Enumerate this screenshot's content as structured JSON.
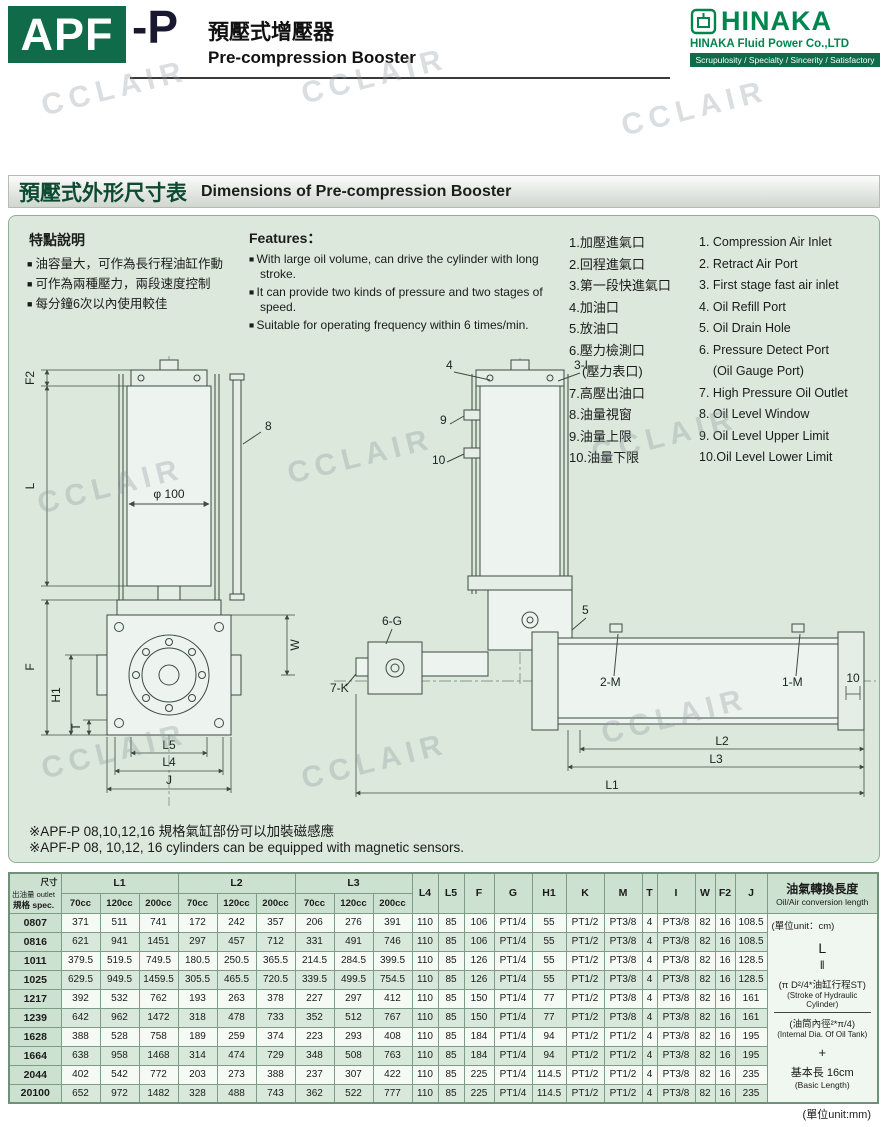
{
  "watermark": "CCLAIR",
  "header": {
    "model": "APF",
    "model_suffix": "-P",
    "title_zh": "預壓式增壓器",
    "title_en": "Pre-compression Booster",
    "brand": "HINAKA",
    "brand_company": "HINAKA Fluid Power Co.,LTD",
    "brand_tagline": "Scrupulosity / Specialty / Sincerity / Satisfactory"
  },
  "section": {
    "title_zh": "預壓式外形尺寸表",
    "title_en": "Dimensions of Pre-compression Booster"
  },
  "features": {
    "zh_title": "特點說明",
    "zh_items": [
      "油容量大，可作為長行程油缸作動",
      "可作為兩種壓力，兩段速度控制",
      "每分鐘6次以內使用較佳"
    ],
    "en_title": "Features：",
    "en_items": [
      "With large oil volume, can drive the cylinder with long stroke.",
      "It can provide two kinds of pressure and two stages of speed.",
      "Suitable for operating frequency within 6 times/min."
    ]
  },
  "ports": {
    "zh": [
      "1.加壓進氣口",
      "2.回程進氣口",
      "3.第一段快進氣口",
      "4.加油口",
      "5.放油口",
      "6.壓力檢測口",
      "　(壓力表口)",
      "7.高壓出油口",
      "8.油量視窗",
      "9.油量上限",
      "10.油量下限"
    ],
    "en": [
      "1. Compression Air Inlet",
      "2. Retract Air Port",
      "3. First stage fast air inlet",
      "4. Oil Refill Port",
      "5. Oil Drain Hole",
      "6. Pressure Detect Port",
      "    (Oil Gauge Port)",
      "7. High Pressure Oil Outlet",
      "8. Oil Level Window",
      "9. Oil Level Upper Limit",
      "10.Oil Level Lower Limit"
    ]
  },
  "drawing": {
    "left": {
      "f2": "F2",
      "l": "L",
      "f": "F",
      "h1": "H1",
      "t": "T",
      "w": "W",
      "l5": "L5",
      "l4": "L4",
      "j": "J",
      "phi": "φ 100",
      "n8": "8"
    },
    "right": {
      "n4": "4",
      "n3i": "3-I",
      "n9": "9",
      "n10": "10",
      "n5": "5",
      "g6": "6-G",
      "k7": "7-K",
      "m2": "2-M",
      "m1": "1-M",
      "d10": "10",
      "l2": "L2",
      "l3": "L3",
      "l1": "L1"
    }
  },
  "notes": {
    "zh": "※APF-P 08,10,12,16 規格氣缸部份可以加裝磁感應",
    "en": "※APF-P 08, 10,12, 16 cylinders can be equipped with magnetic sensors."
  },
  "table": {
    "corner": {
      "top": "尺寸",
      "mid": "出油量 outlet",
      "bottom": "規格 spec."
    },
    "groups": [
      {
        "label": "L1",
        "subs": [
          "70cc",
          "120cc",
          "200cc"
        ]
      },
      {
        "label": "L2",
        "subs": [
          "70cc",
          "120cc",
          "200cc"
        ]
      },
      {
        "label": "L3",
        "subs": [
          "70cc",
          "120cc",
          "200cc"
        ]
      }
    ],
    "single_cols": [
      "L4",
      "L5",
      "F",
      "G",
      "H1",
      "K",
      "M",
      "T",
      "I",
      "W",
      "F2",
      "J"
    ],
    "conv_header": {
      "zh": "油氣轉換長度",
      "en": "Oil/Air conversion length"
    },
    "rows": [
      {
        "spec": "0807",
        "values": [
          "371",
          "511",
          "741",
          "172",
          "242",
          "357",
          "206",
          "276",
          "391",
          "110",
          "85",
          "106",
          "PT1/4",
          "55",
          "PT1/2",
          "PT3/8",
          "4",
          "PT3/8",
          "82",
          "16",
          "108.5"
        ]
      },
      {
        "spec": "0816",
        "values": [
          "621",
          "941",
          "1451",
          "297",
          "457",
          "712",
          "331",
          "491",
          "746",
          "110",
          "85",
          "106",
          "PT1/4",
          "55",
          "PT1/2",
          "PT3/8",
          "4",
          "PT3/8",
          "82",
          "16",
          "108.5"
        ]
      },
      {
        "spec": "1011",
        "values": [
          "379.5",
          "519.5",
          "749.5",
          "180.5",
          "250.5",
          "365.5",
          "214.5",
          "284.5",
          "399.5",
          "110",
          "85",
          "126",
          "PT1/4",
          "55",
          "PT1/2",
          "PT3/8",
          "4",
          "PT3/8",
          "82",
          "16",
          "128.5"
        ]
      },
      {
        "spec": "1025",
        "values": [
          "629.5",
          "949.5",
          "1459.5",
          "305.5",
          "465.5",
          "720.5",
          "339.5",
          "499.5",
          "754.5",
          "110",
          "85",
          "126",
          "PT1/4",
          "55",
          "PT1/2",
          "PT3/8",
          "4",
          "PT3/8",
          "82",
          "16",
          "128.5"
        ]
      },
      {
        "spec": "1217",
        "values": [
          "392",
          "532",
          "762",
          "193",
          "263",
          "378",
          "227",
          "297",
          "412",
          "110",
          "85",
          "150",
          "PT1/4",
          "77",
          "PT1/2",
          "PT3/8",
          "4",
          "PT3/8",
          "82",
          "16",
          "161"
        ]
      },
      {
        "spec": "1239",
        "values": [
          "642",
          "962",
          "1472",
          "318",
          "478",
          "733",
          "352",
          "512",
          "767",
          "110",
          "85",
          "150",
          "PT1/4",
          "77",
          "PT1/2",
          "PT3/8",
          "4",
          "PT3/8",
          "82",
          "16",
          "161"
        ]
      },
      {
        "spec": "1628",
        "values": [
          "388",
          "528",
          "758",
          "189",
          "259",
          "374",
          "223",
          "293",
          "408",
          "110",
          "85",
          "184",
          "PT1/4",
          "94",
          "PT1/2",
          "PT1/2",
          "4",
          "PT3/8",
          "82",
          "16",
          "195"
        ]
      },
      {
        "spec": "1664",
        "values": [
          "638",
          "958",
          "1468",
          "314",
          "474",
          "729",
          "348",
          "508",
          "763",
          "110",
          "85",
          "184",
          "PT1/4",
          "94",
          "PT1/2",
          "PT1/2",
          "4",
          "PT3/8",
          "82",
          "16",
          "195"
        ]
      },
      {
        "spec": "2044",
        "values": [
          "402",
          "542",
          "772",
          "203",
          "273",
          "388",
          "237",
          "307",
          "422",
          "110",
          "85",
          "225",
          "PT1/4",
          "114.5",
          "PT1/2",
          "PT1/2",
          "4",
          "PT3/8",
          "82",
          "16",
          "235"
        ]
      },
      {
        "spec": "20100",
        "values": [
          "652",
          "972",
          "1482",
          "328",
          "488",
          "743",
          "362",
          "522",
          "777",
          "110",
          "85",
          "225",
          "PT1/4",
          "114.5",
          "PT1/2",
          "PT1/2",
          "4",
          "PT3/8",
          "82",
          "16",
          "235"
        ]
      }
    ],
    "formula": {
      "unit": "(單位unit：cm)",
      "lhs": "L",
      "eq": "‖",
      "numerator": "(π D²/4*油缸行程ST)",
      "numerator_en": "(Stroke of Hydraulic Cylinder)",
      "denominator": "(油筒內徑²*π/4)",
      "denominator_en": "(Internal Dia. Of Oil Tank)",
      "plus": "+",
      "base": "基本長 16cm",
      "base_en": "(Basic Length)"
    }
  },
  "footer": {
    "unit_mm": "(單位unit:mm)"
  }
}
